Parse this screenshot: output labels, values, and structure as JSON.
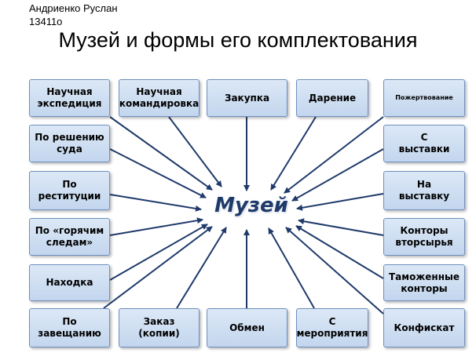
{
  "header": {
    "author": "Андриенко Руслан",
    "group": "13411о",
    "title": "Музей и формы его комплектования"
  },
  "center": {
    "label": "Музей"
  },
  "sources": {
    "top": [
      "Научная\nэкспедиция",
      "Научная\nкомандировка",
      "Закупка",
      "Дарение",
      "Пожертвование"
    ],
    "left": [
      "По решению\nсуда",
      "По\nреституции",
      "По «горячим\nследам»",
      "Находка"
    ],
    "right": [
      "С\nвыставки",
      "На\nвыставку",
      "Конторы\nвторсырья",
      "Таможенные\nконторы"
    ],
    "bottom": [
      "По\nзавещанию",
      "Заказ\n(копии)",
      "Обмен",
      "С\nмероприятия",
      "Конфискат"
    ]
  },
  "colors": {
    "box_border": "#6f8fbe",
    "box_fill_top": "#dce8f6",
    "box_fill_bottom": "#c3d6ee",
    "arrow": "#1f3a6a",
    "center_text": "#1f3a6a"
  }
}
